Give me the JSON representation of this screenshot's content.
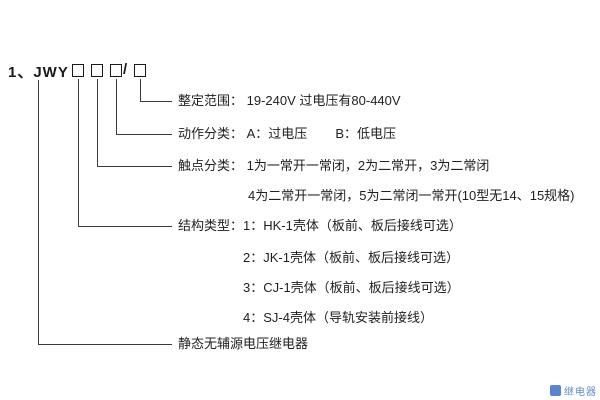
{
  "model": {
    "prefix": "1、JWY -",
    "slash": "/"
  },
  "rows": {
    "range_label": "整定范围：",
    "range_value": "19-240V 过电压有80-440V",
    "action_label": "动作分类：",
    "action_a": "A：过电压",
    "action_b": "B：低电压",
    "contact_label": "触点分类：",
    "contact_value": "1为一常开一常闭，2为二常开，3为二常闭",
    "contact_cont": "4为二常开一常闭，5为二常闭一常开(10型无14、15规格)",
    "structure_label": "结构类型：",
    "structure_opt1": "1：HK-1壳体（板前、板后接线可选）",
    "structure_opt2": "2：JK-1壳体（板前、板后接线可选）",
    "structure_opt3": "3：CJ-1壳体（板前、板后接线可选）",
    "structure_opt4": "4：SJ-4壳体（导轨安装前接线）",
    "product_name": "静态无辅源电压继电器"
  },
  "watermark": "继电器"
}
